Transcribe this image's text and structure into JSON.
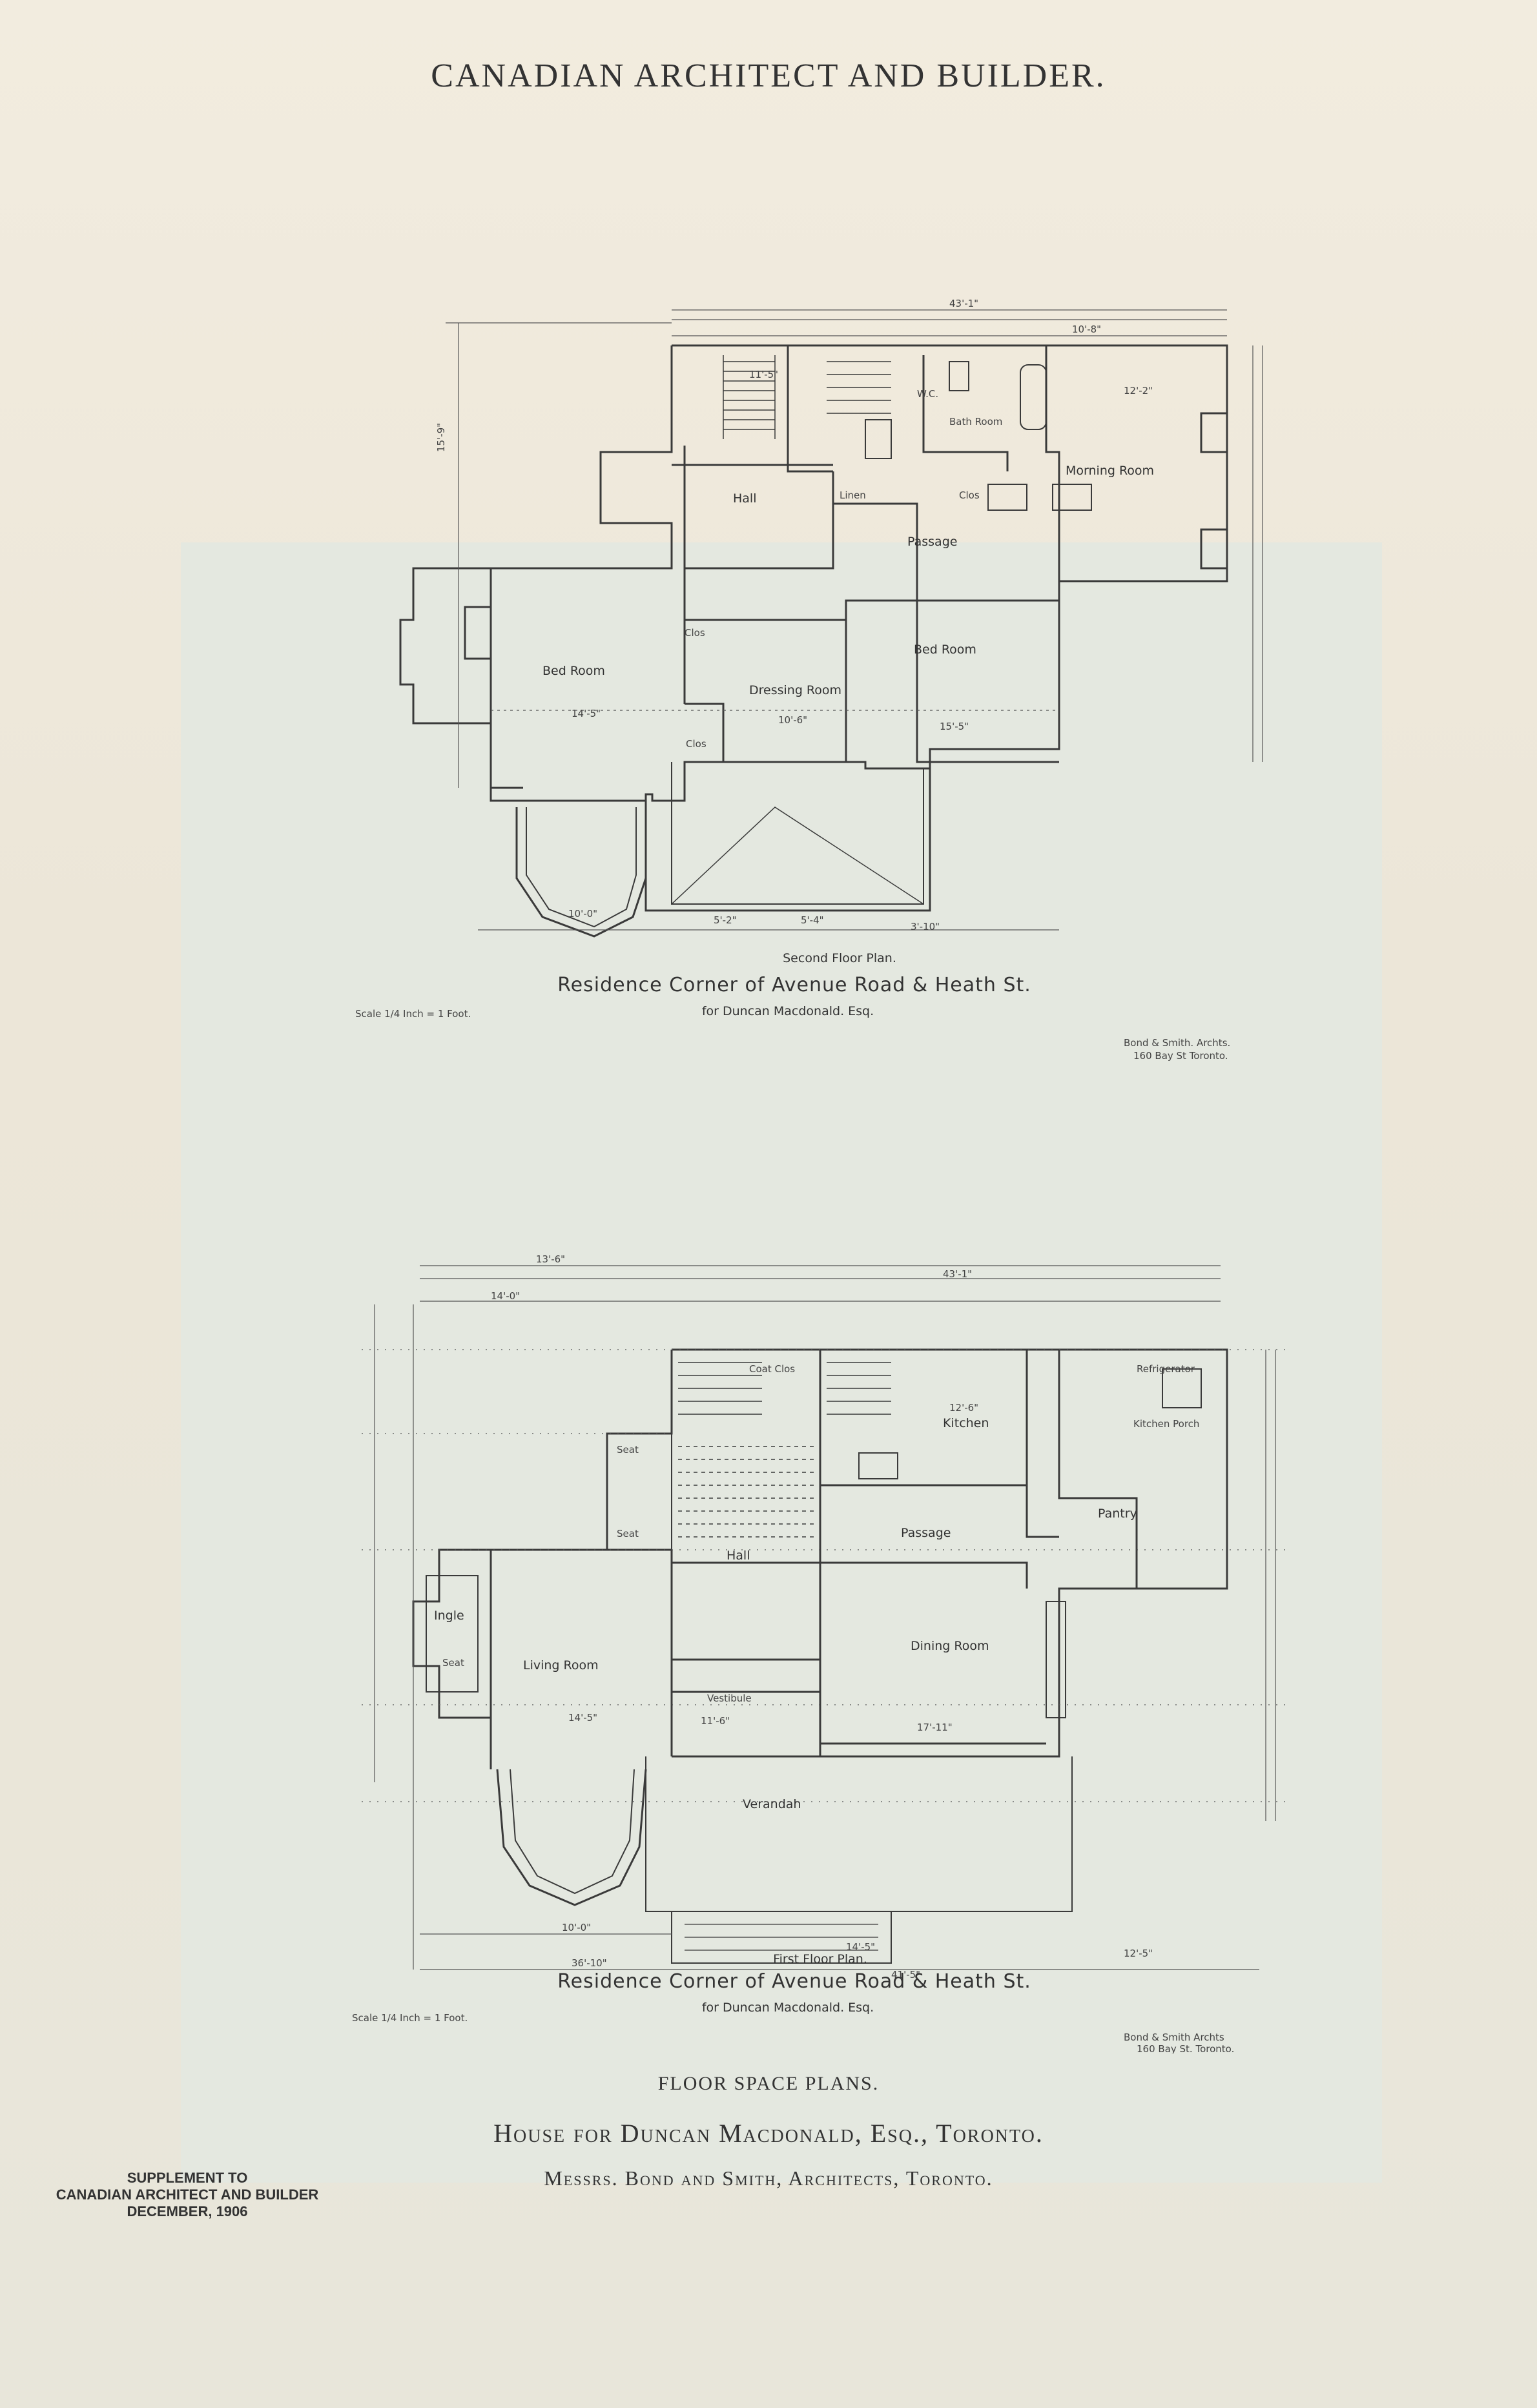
{
  "header": {
    "title": "CANADIAN ARCHITECT AND BUILDER."
  },
  "second_floor": {
    "plan_title": "Second Floor Plan.",
    "residence_line": "Residence Corner of Avenue Road & Heath St.",
    "owner_line": "for Duncan Macdonald. Esq.",
    "scale": "Scale 1/4 Inch = 1 Foot.",
    "architects": "Bond & Smith. Archts.",
    "address": "160 Bay St Toronto.",
    "rooms": {
      "hall": "Hall",
      "linen": "Linen",
      "bath_room": "Bath Room",
      "morning_room": "Morning Room",
      "clos": "Clos",
      "passage": "Passage",
      "bed_room_left": "Bed Room",
      "dressing_room": "Dressing Room",
      "bed_room_right": "Bed Room",
      "wc": "W.C."
    },
    "dimensions": {
      "overall": "43'-1\"",
      "d1": "10'-8\"",
      "d2": "12'-2\"",
      "d3": "14'-5\"",
      "d4": "10'-6\"",
      "d5": "15'-5\"",
      "d6": "10'-0\"",
      "d7": "5'-2\"",
      "d8": "5'-4\"",
      "d9": "3'-10\"",
      "d10": "11'-5\"",
      "d11": "15'-9\""
    }
  },
  "first_floor": {
    "plan_title": "First Floor Plan.",
    "residence_line": "Residence Corner of Avenue Road & Heath St.",
    "owner_line": "for Duncan Macdonald. Esq.",
    "scale": "Scale 1/4 Inch = 1 Foot.",
    "architects": "Bond & Smith Archts",
    "address": "160 Bay St. Toronto.",
    "rooms": {
      "coat_clos": "Coat Clos",
      "kitchen": "Kitchen",
      "refrigerator": "Refrigerator",
      "kitchen_porch": "Kitchen Porch",
      "pantry": "Pantry",
      "passage": "Passage",
      "hall": "Hall",
      "ingle": "Ingle",
      "seat": "Seat",
      "living_room": "Living Room",
      "dining_room": "Dining Room",
      "vestibule": "Vestibule",
      "verandah": "Verandah"
    },
    "dimensions": {
      "d1": "13'-6\"",
      "d2": "14'-0\"",
      "overall": "43'-1\"",
      "d3": "12'-6\"",
      "d4": "14'-5\"",
      "d5": "17'-11\"",
      "d6": "10'-0\"",
      "d7": "36'-10\"",
      "d8": "14'-5\"",
      "d9": "12'-5\"",
      "d10": "41'-5\"",
      "d11": "11'-6\""
    }
  },
  "captions": {
    "line1": "FLOOR SPACE PLANS.",
    "line2": "House for Duncan Macdonald, Esq., Toronto.",
    "line3": "Messrs. Bond and Smith, Architects, Toronto."
  },
  "supplement": {
    "line1": "SUPPLEMENT TO",
    "line2": "CANADIAN ARCHITECT AND BUILDER",
    "line3": "DECEMBER, 1906"
  }
}
